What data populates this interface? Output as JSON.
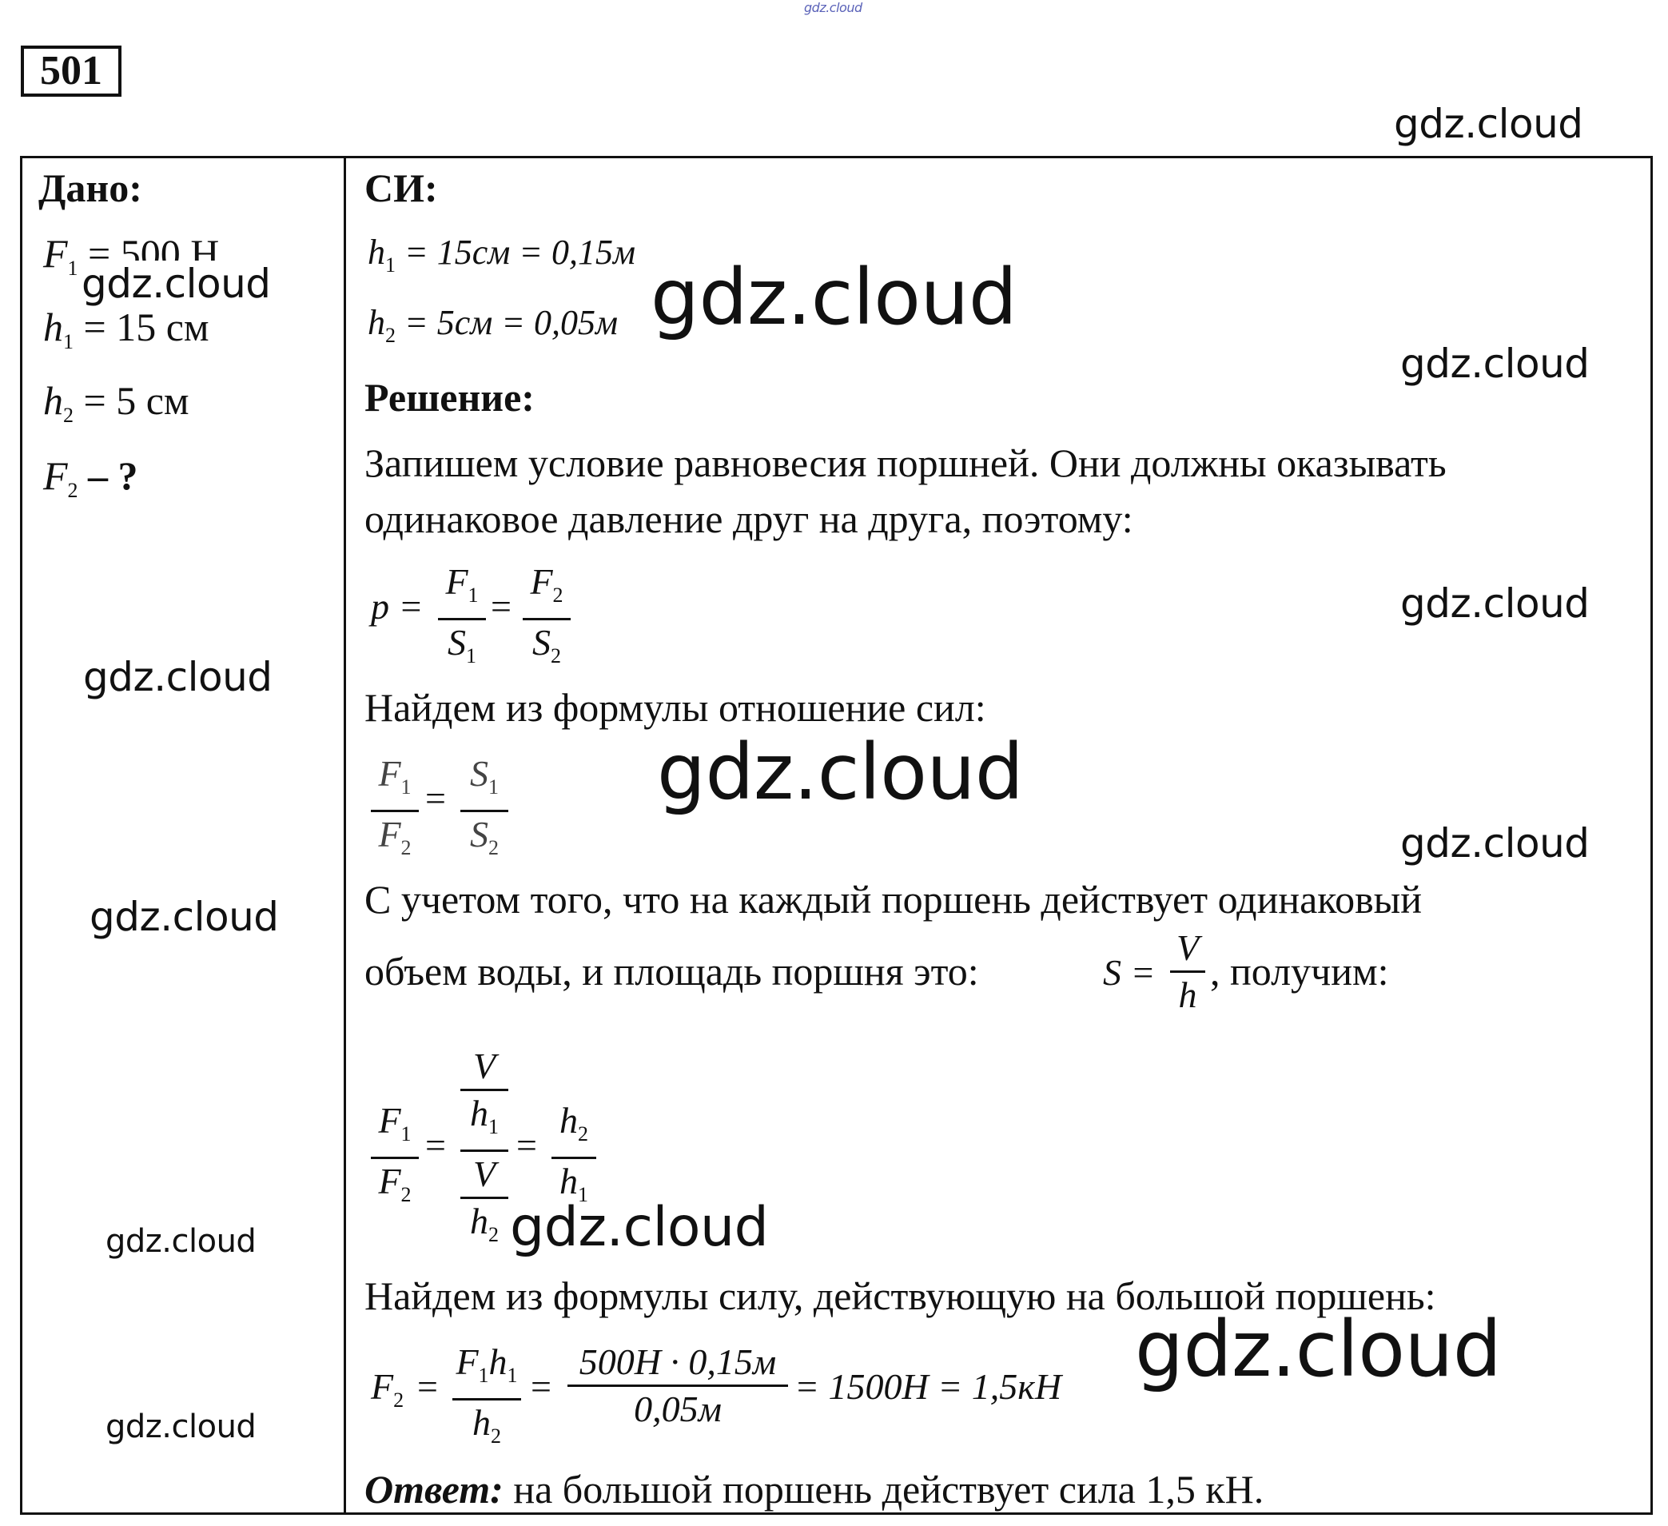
{
  "header": {
    "top_mark": "gdz.cloud",
    "problem_number": "501"
  },
  "watermark": "gdz.cloud",
  "given": {
    "title": "Дано:",
    "F1": {
      "sym": "F",
      "sub": "1",
      "rest": " = 500 Н"
    },
    "h1": {
      "sym": "h",
      "sub": "1",
      "rest": " = 15 см"
    },
    "h2": {
      "sym": "h",
      "sub": "2",
      "rest": " = 5 см"
    },
    "F2": {
      "sym": "F",
      "sub": "2",
      "rest": " – ?"
    }
  },
  "si": {
    "title": "СИ:",
    "line1": {
      "sym": "h",
      "sub": "1",
      "rest": " = 15см = 0,15м"
    },
    "line2": {
      "sym": "h",
      "sub": "2",
      "rest": " = 5см = 0,05м"
    }
  },
  "solution": {
    "title": "Решение:",
    "p1_line1": "Запишем условие равновесия поршней. Они должны оказывать",
    "p1_line2": "одинаковое давление друг на друга, поэтому:",
    "p2": "Найдем из формулы отношение сил:",
    "p3_line1": "С учетом того, что на каждый поршень действует одинаковый",
    "p3_line2_a": "объем воды, и площадь поршня это:",
    "p3_line2_b": ", получим:",
    "p4": "Найдем из формулы силу, действующую на большой поршень:",
    "answer_label": "Ответ:",
    "answer_text": " на большой поршень действует сила 1,5 кН."
  },
  "formulas": {
    "pressure": {
      "lhs": "p =",
      "n1": "F",
      "n1s": "1",
      "d1": "S",
      "d1s": "1",
      "eq": "=",
      "n2": "F",
      "n2s": "2",
      "d2": "S",
      "d2s": "2"
    },
    "ratio": {
      "n1": "F",
      "n1s": "1",
      "d1": "F",
      "d1s": "2",
      "eq": "=",
      "n2": "S",
      "n2s": "1",
      "d2": "S",
      "d2s": "2"
    },
    "area": {
      "lhs": "S =",
      "n": "V",
      "d": "h"
    },
    "volume_ratio": {
      "n1": "F",
      "n1s": "1",
      "d1": "F",
      "d1s": "2",
      "eq1": "=",
      "V": "V",
      "h": "h",
      "hs1": "1",
      "hs2": "2",
      "eq2": "=",
      "n3": "h",
      "n3s": "2",
      "d3": "h",
      "d3s": "1"
    },
    "final": {
      "lhs_sym": "F",
      "lhs_sub": "2",
      "eq": "=",
      "n1a": "F",
      "n1as": "1",
      "n1b": "h",
      "n1bs": "1",
      "d1": "h",
      "d1s": "2",
      "n2": "500Н · 0,15м",
      "d2": "0,05м",
      "result": "= 1500Н = 1,5кН"
    }
  }
}
